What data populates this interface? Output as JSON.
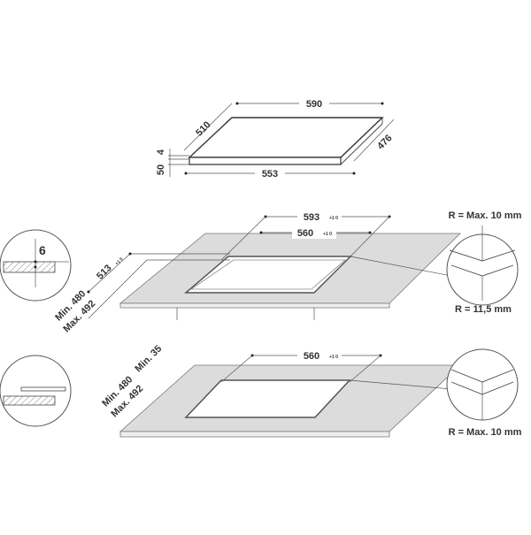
{
  "hob": {
    "width_top": "590",
    "depth_left": "510",
    "depth_right": "476",
    "width_bottom": "553",
    "thickness_top": "4",
    "thickness_total": "50"
  },
  "flush_mount": {
    "cutout_outer_width": "593",
    "cutout_outer_tol": "+1 0",
    "cutout_inner_width": "560",
    "cutout_inner_tol": "+1 0",
    "cutout_depth": "513",
    "cutout_depth_tol": "+1 0",
    "depth_min": "Min. 480",
    "depth_max": "Max. 492",
    "rebate_depth": "6",
    "corner_radius_outer": "R = Max. 10 mm",
    "corner_radius_inner": "R = 11,5 mm"
  },
  "standard_mount": {
    "cutout_width": "560",
    "cutout_width_tol": "+1 0",
    "depth_min": "Min. 480",
    "depth_max": "Max. 492",
    "edge_min": "Min. 35",
    "corner_radius": "R = Max. 10 mm"
  }
}
